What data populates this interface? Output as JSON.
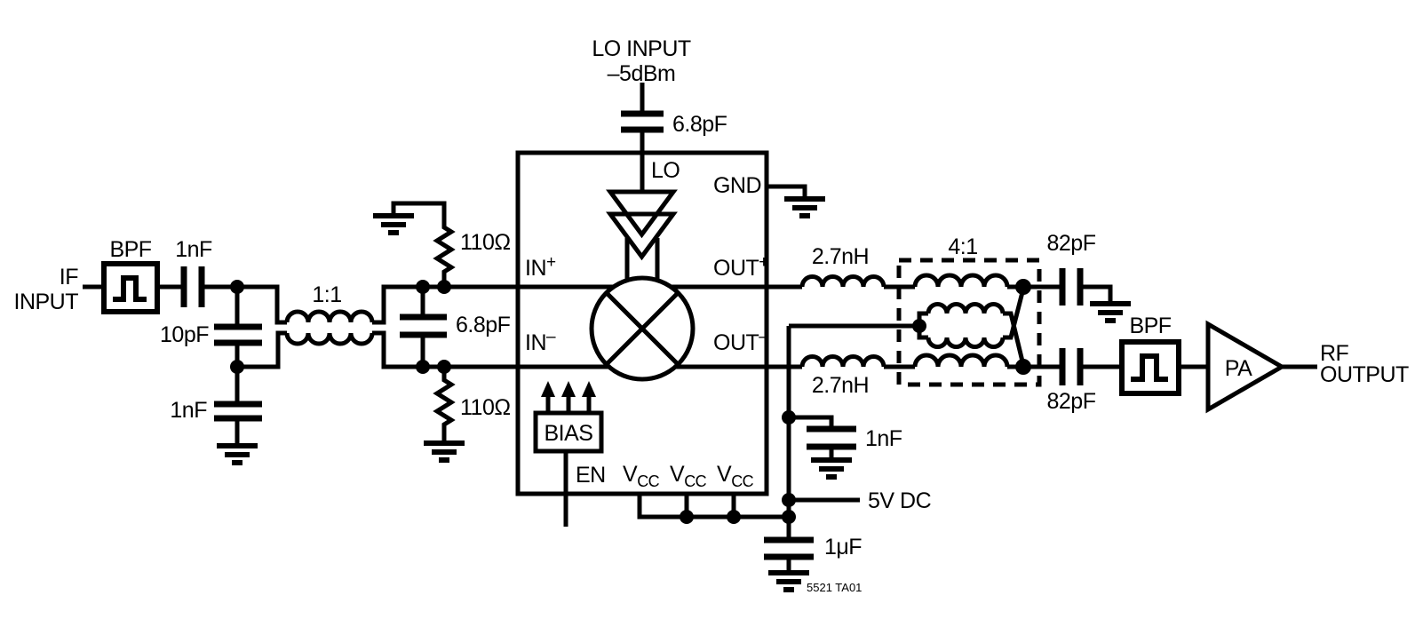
{
  "colors": {
    "line": "#000000",
    "background": "#ffffff"
  },
  "if_section": {
    "port_label_line1": "IF",
    "port_label_line2": "INPUT",
    "bpf_label": "BPF",
    "series_cap_value": "1nF",
    "shunt_cap1_value": "10pF",
    "shunt_cap2_value": "1nF",
    "transformer_ratio": "1:1",
    "termination_top_value": "110Ω",
    "termination_bottom_value": "110Ω",
    "diff_cap_value": "6.8pF"
  },
  "lo_section": {
    "port_label_line1": "LO INPUT",
    "port_label_line2": "–5dBm",
    "coupling_cap_value": "6.8pF"
  },
  "mixer_ic": {
    "pin_lo": "LO",
    "pin_gnd": "GND",
    "pin_in_plus_base": "IN",
    "pin_in_plus_sign": "+",
    "pin_in_minus_base": "IN",
    "pin_in_minus_sign": "–",
    "pin_out_plus_base": "OUT",
    "pin_out_plus_sign": "+",
    "pin_out_minus_base": "OUT",
    "pin_out_minus_sign": "–",
    "bias_block_label": "BIAS",
    "pin_en": "EN",
    "pin_vcc_base": "V",
    "pin_vcc_sub": "CC"
  },
  "rf_section": {
    "choke_top_value": "2.7nH",
    "choke_bottom_value": "2.7nH",
    "transformer_ratio": "4:1",
    "cap_top_value": "82pF",
    "cap_bottom_value": "82pF",
    "bpf_label": "BPF",
    "pa_label": "PA",
    "port_label_line1": "RF",
    "port_label_line2": "OUTPUT"
  },
  "supply_section": {
    "bypass_cap1_value": "1nF",
    "supply_label": "5V DC",
    "bypass_cap2_value": "1μF"
  },
  "footer": {
    "figure_id": "5521 TA01"
  }
}
